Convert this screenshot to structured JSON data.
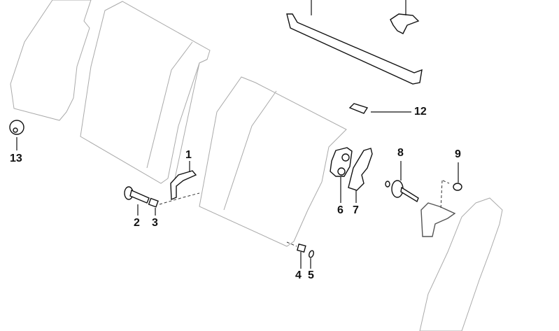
{
  "labels": {
    "p1": "1",
    "p2": "2",
    "p3": "3",
    "p4": "4",
    "p5": "5",
    "p6": "6",
    "p7": "7",
    "p8": "8",
    "p9": "9",
    "p12": "12",
    "p13": "13"
  }
}
